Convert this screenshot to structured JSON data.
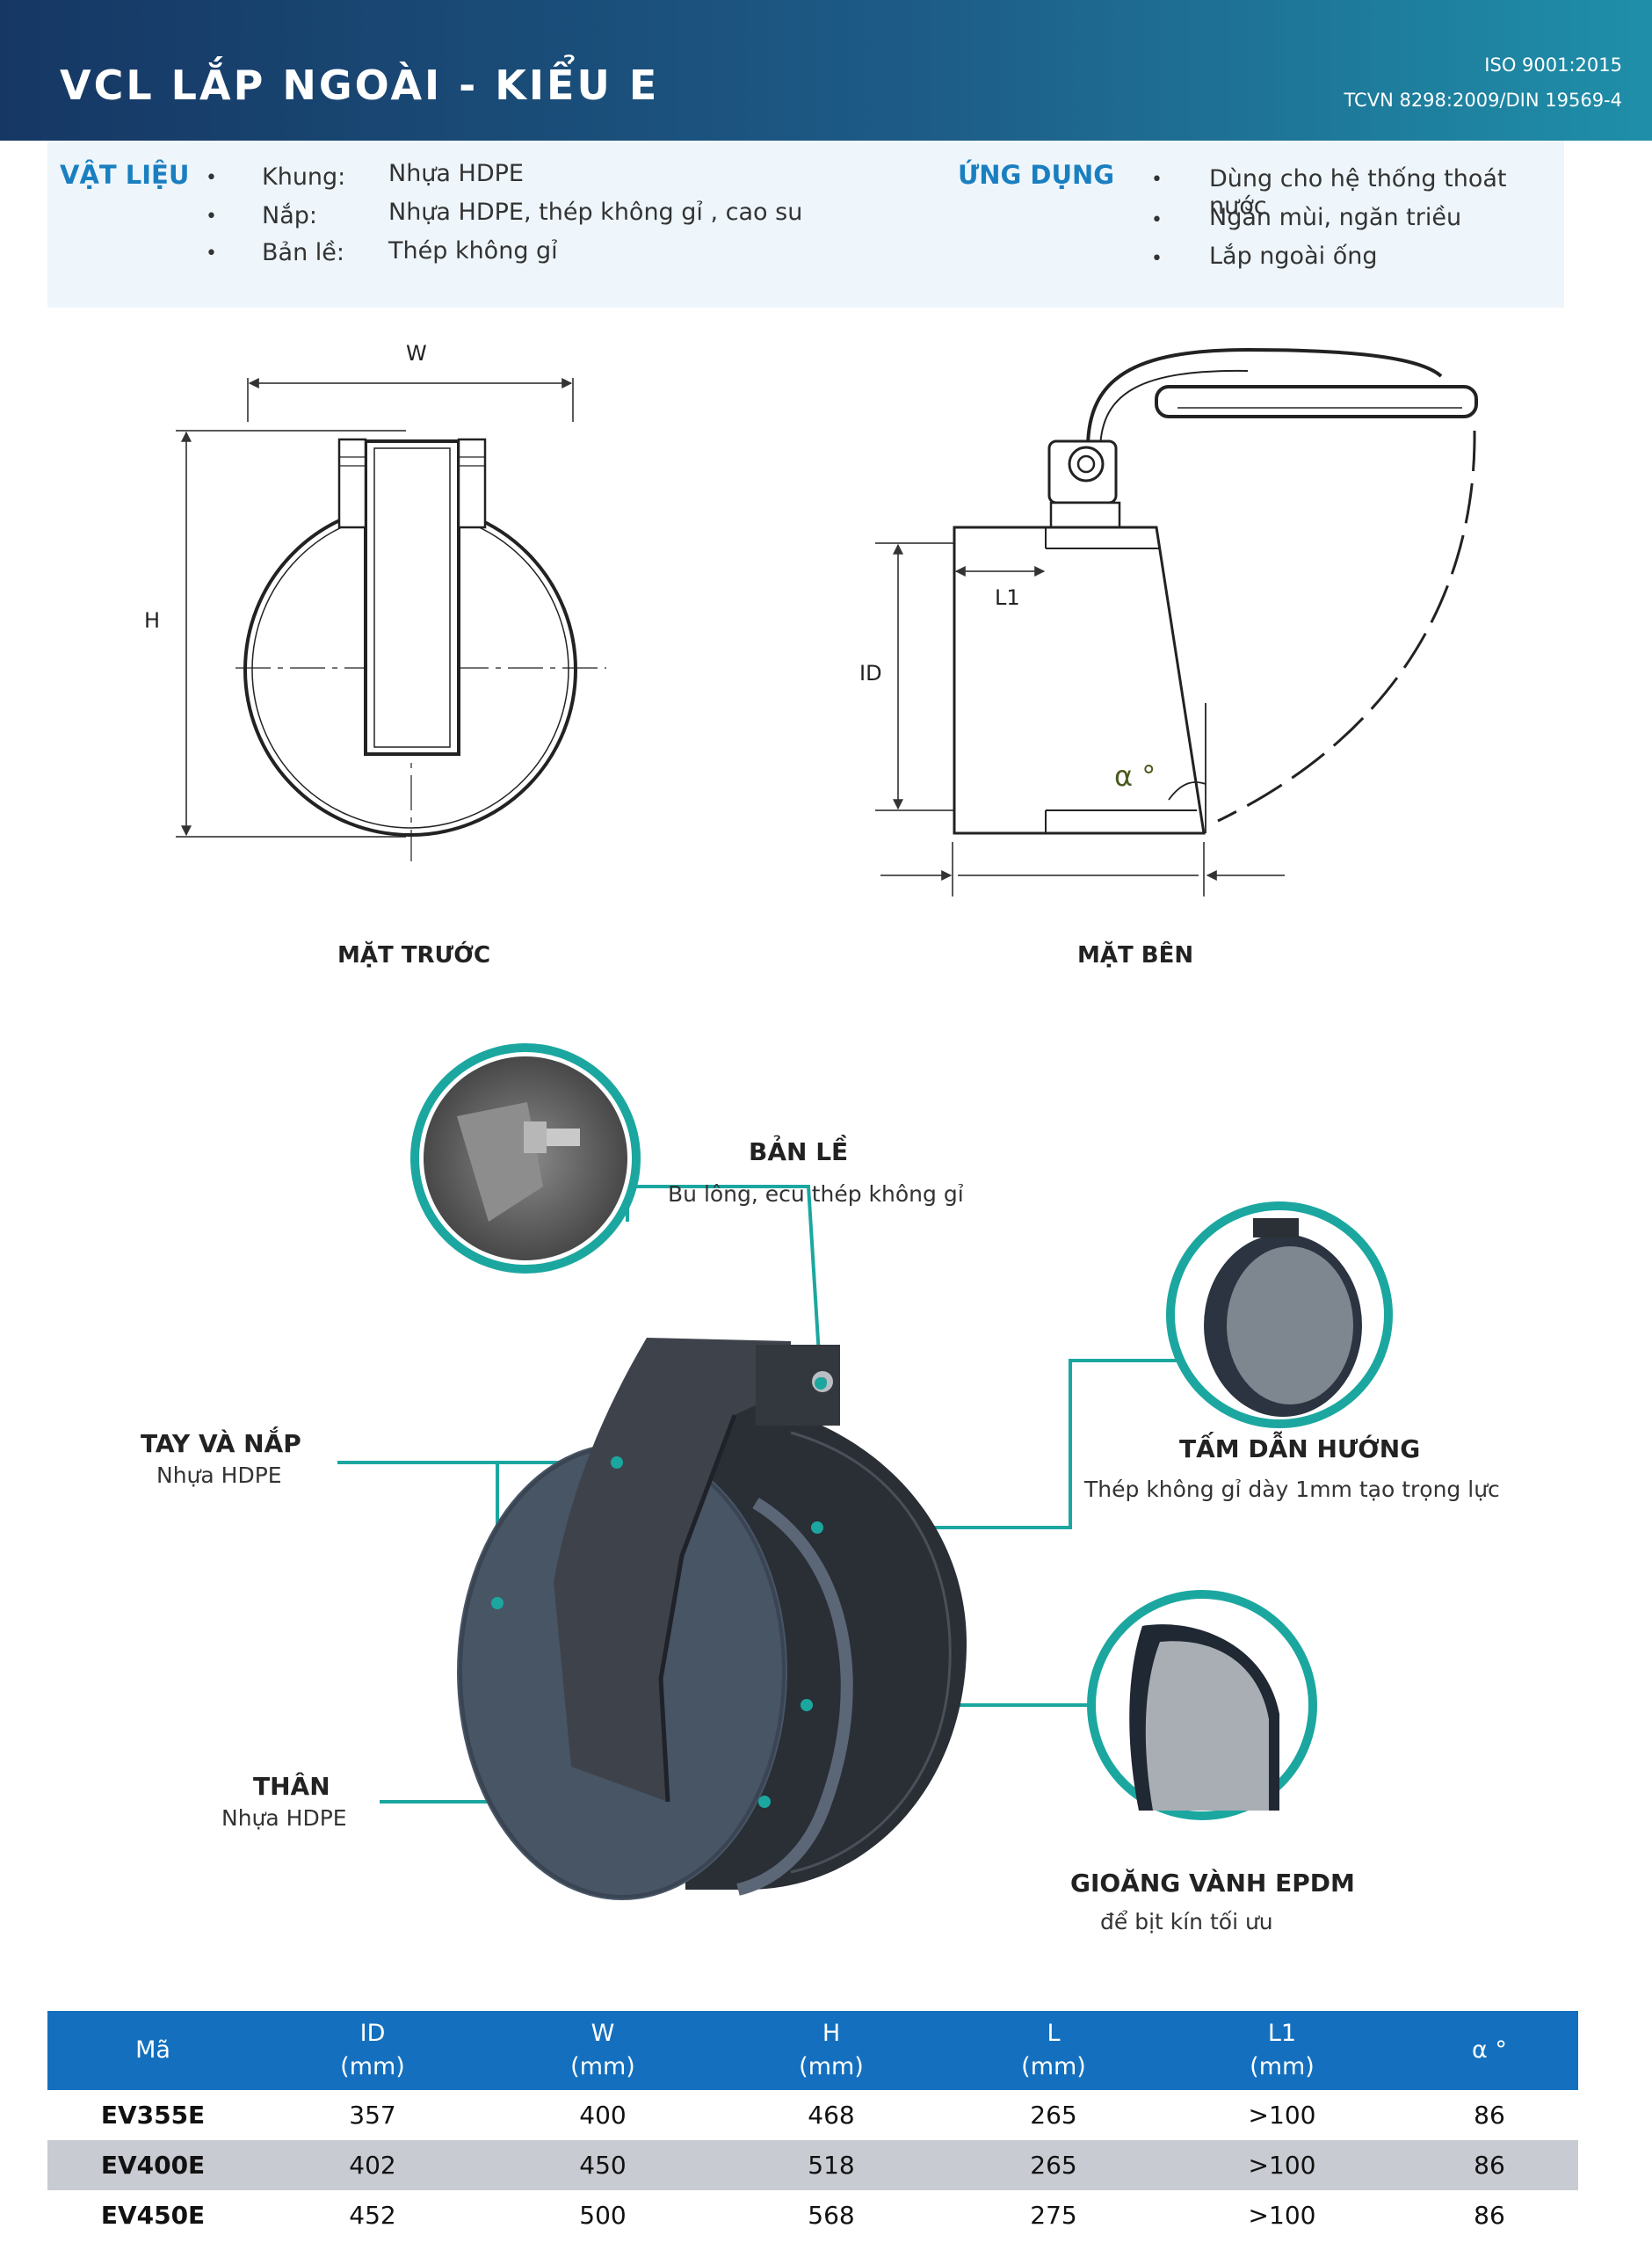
{
  "header": {
    "title": "VCL LẮP NGOÀI - KIỂU E",
    "standard_1": "ISO 9001:2015",
    "standard_2": "TCVN 8298:2009/DIN 19569-4"
  },
  "materials": {
    "heading": "VẬT LIỆU",
    "items": [
      {
        "label": "Khung:",
        "value": "Nhựa HDPE"
      },
      {
        "label": "Nắp:",
        "value": "Nhựa HDPE, thép không gỉ , cao su"
      },
      {
        "label": "Bản lề:",
        "value": "Thép không gỉ"
      }
    ]
  },
  "applications": {
    "heading": "ỨNG DỤNG",
    "items": [
      "Dùng  cho hệ thống thoát nước",
      "Ngăn mùi, ngăn triều",
      "Lắp ngoài ống"
    ]
  },
  "drawings": {
    "front": {
      "label": "MẶT TRƯỚC",
      "dim_w": "W",
      "dim_h": "H"
    },
    "side": {
      "label": "MẶT BÊN",
      "dim_id": "ID",
      "dim_l1": "L1",
      "dim_alpha": "α °"
    }
  },
  "callouts": {
    "hinge": {
      "title": "BẢN LỀ",
      "sub": "Bu lông, ecu thép không gỉ"
    },
    "arm_cover": {
      "title": "TAY VÀ NẮP",
      "sub": "Nhựa HDPE"
    },
    "guide_plate": {
      "title": "TẤM DẪN HƯỚNG",
      "sub": "Thép không gỉ dày 1mm tạo trọng lực"
    },
    "body": {
      "title": "THÂN",
      "sub": "Nhựa HDPE"
    },
    "gasket": {
      "title": "GIOĂNG VÀNH EPDM",
      "sub": "để bịt kín tối ưu"
    }
  },
  "table": {
    "headers": [
      {
        "line1": "Mã",
        "line2": ""
      },
      {
        "line1": "ID",
        "line2": "(mm)"
      },
      {
        "line1": "W",
        "line2": "(mm)"
      },
      {
        "line1": "H",
        "line2": "(mm)"
      },
      {
        "line1": "L",
        "line2": "(mm)"
      },
      {
        "line1": "L1",
        "line2": "(mm)"
      },
      {
        "line1": "α °",
        "line2": ""
      }
    ],
    "rows": [
      [
        "EV355E",
        "357",
        "400",
        "468",
        "265",
        ">100",
        "86"
      ],
      [
        "EV400E",
        "402",
        "450",
        "518",
        "265",
        ">100",
        "86"
      ],
      [
        "EV450E",
        "452",
        "500",
        "568",
        "275",
        ">100",
        "86"
      ]
    ]
  },
  "colors": {
    "header_start": "#163764",
    "header_end": "#1f8fa9",
    "accent": "#1a7fc0",
    "teal": "#1ba7a0",
    "table_header": "#1470be"
  }
}
